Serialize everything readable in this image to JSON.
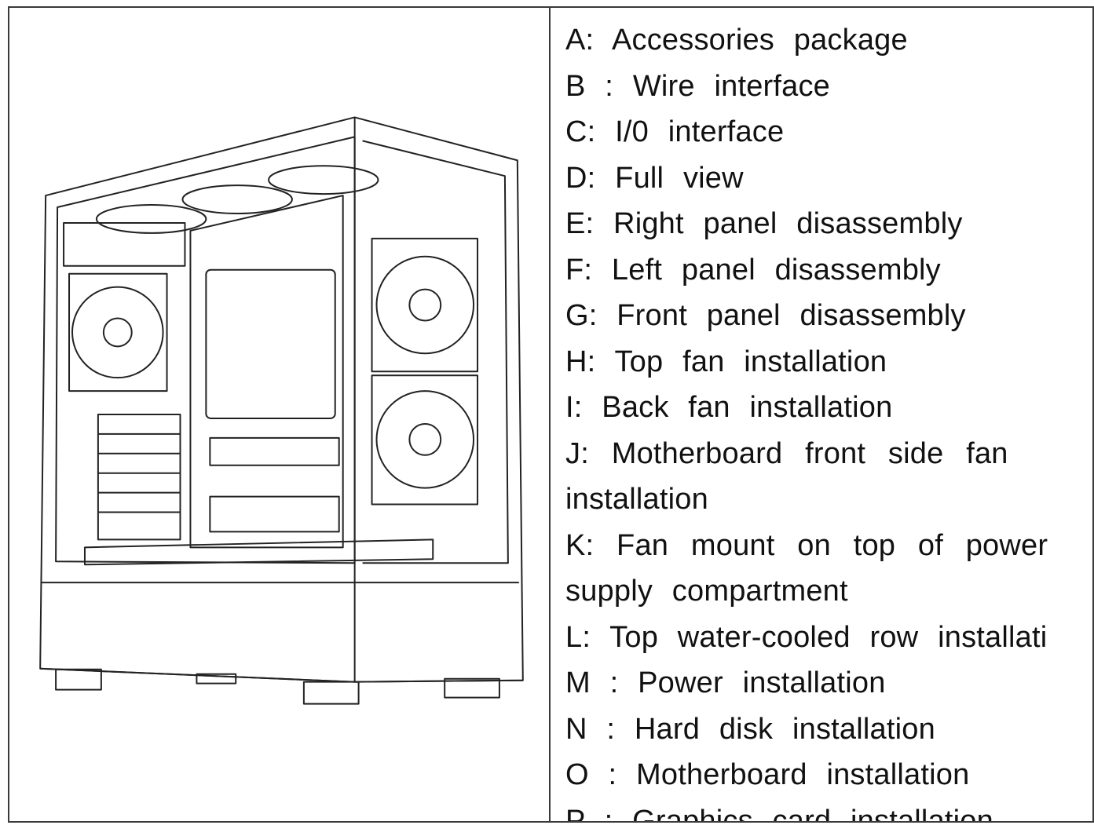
{
  "legend": {
    "items": [
      "A:  Accessories  package",
      "B  :  Wire  interface",
      "C:  I/0  interface",
      "D:  Full  view",
      "E:  Right  panel  disassembly",
      "F:  Left  panel  disassembly",
      "G:  Front  panel  disassembly",
      "H:  Top  fan  installation",
      "I:  Back  fan  installation",
      "J:  Motherboard  front  side  fan",
      "installation",
      "K:  Fan  mount  on  top  of  power",
      "supply  compartment",
      "L:  Top  water-cooled  row  installati",
      "M  :  Power  installation",
      "N  :  Hard  disk  installation",
      "O  :  Motherboard  installation",
      "P  :  Graphics  card  installation"
    ]
  }
}
